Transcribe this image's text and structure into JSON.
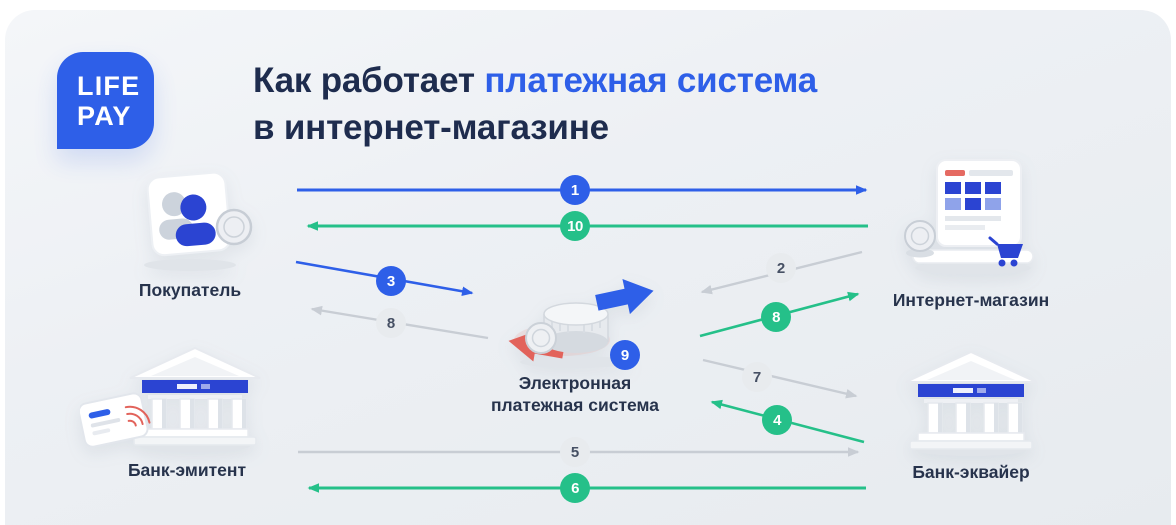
{
  "colors": {
    "blue": "#2e5fe8",
    "green": "#25c089",
    "gray_line": "#c8cdd4",
    "navy": "#1e2c4e",
    "red": "#e2635b",
    "icon_blue": "#2b44d2",
    "badge_gray_bg": "#e8ebee",
    "badge_gray_text": "#465064"
  },
  "logo": {
    "line1": "LIFE",
    "line2": "PAY"
  },
  "title": {
    "part1": "Как работает",
    "part2_highlight": "платежная система",
    "line2": "в интернет-магазине"
  },
  "entities": {
    "buyer": {
      "label": "Покупатель"
    },
    "store": {
      "label": "Интернет-магазин"
    },
    "payment_system": {
      "label1": "Электронная",
      "label2": "платежная система"
    },
    "issuer": {
      "label": "Банк-эмитент"
    },
    "acquirer": {
      "label": "Банк-эквайер"
    }
  },
  "steps": [
    {
      "number": "1",
      "color": "blue",
      "from": "buyer",
      "to": "store"
    },
    {
      "number": "2",
      "color": "gray",
      "from": "store",
      "to": "payment_system"
    },
    {
      "number": "3",
      "color": "blue",
      "from": "buyer",
      "to": "payment_system"
    },
    {
      "number": "4",
      "color": "green",
      "from": "acquirer",
      "to": "payment_system"
    },
    {
      "number": "5",
      "color": "gray",
      "from": "issuer",
      "to": "acquirer"
    },
    {
      "number": "6",
      "color": "green",
      "from": "acquirer",
      "to": "issuer"
    },
    {
      "number": "7",
      "color": "gray",
      "from": "payment_system",
      "to": "acquirer"
    },
    {
      "number": "8",
      "color": "gray",
      "from": "payment_system",
      "to": "buyer"
    },
    {
      "number": "8",
      "color": "green",
      "from": "payment_system",
      "to": "store"
    },
    {
      "number": "9",
      "color": "blue",
      "at": "payment_system"
    },
    {
      "number": "10",
      "color": "green",
      "from": "store",
      "to": "buyer"
    }
  ]
}
